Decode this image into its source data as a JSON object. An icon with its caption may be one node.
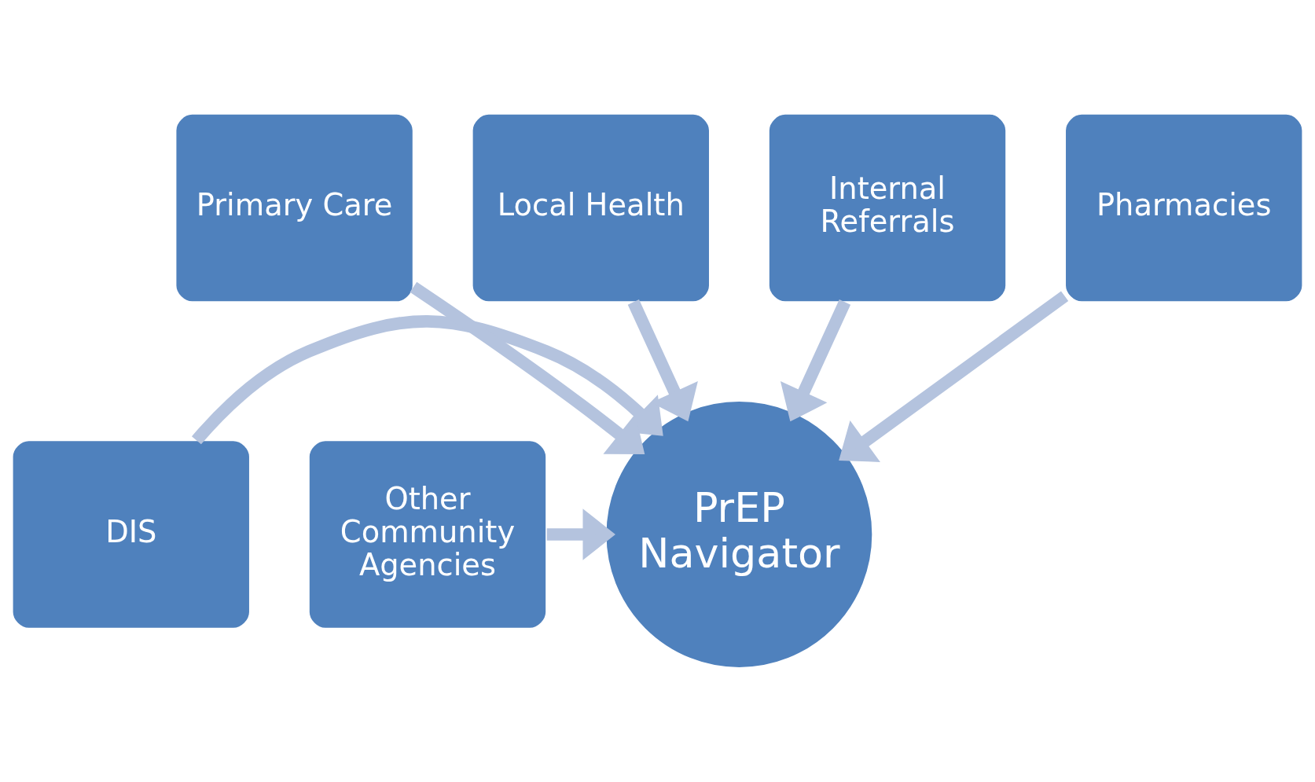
{
  "diagram": {
    "nodes": [
      {
        "text": [
          "PrEP Navigator"
        ]
      },
      {
        "text": [
          "DIS"
        ]
      },
      {
        "text": [
          "Primary Care"
        ]
      },
      {
        "text": [
          "Local Health"
        ]
      },
      {
        "text": [
          "Internal Referrals"
        ]
      },
      {
        "text": [
          "Pharmacies"
        ]
      },
      {
        "text": [
          "Other Community Agencies"
        ]
      }
    ],
    "edges": [
      {
        "from": 1,
        "to": 0,
        "arrow": "to"
      },
      {
        "from": 2,
        "to": 0,
        "arrow": "to"
      },
      {
        "from": 3,
        "to": 0,
        "arrow": "to"
      },
      {
        "from": 4,
        "to": 0,
        "arrow": "to"
      },
      {
        "from": 5,
        "to": 0,
        "arrow": "to"
      },
      {
        "from": 6,
        "to": 0,
        "arrow": "to"
      }
    ]
  }
}
